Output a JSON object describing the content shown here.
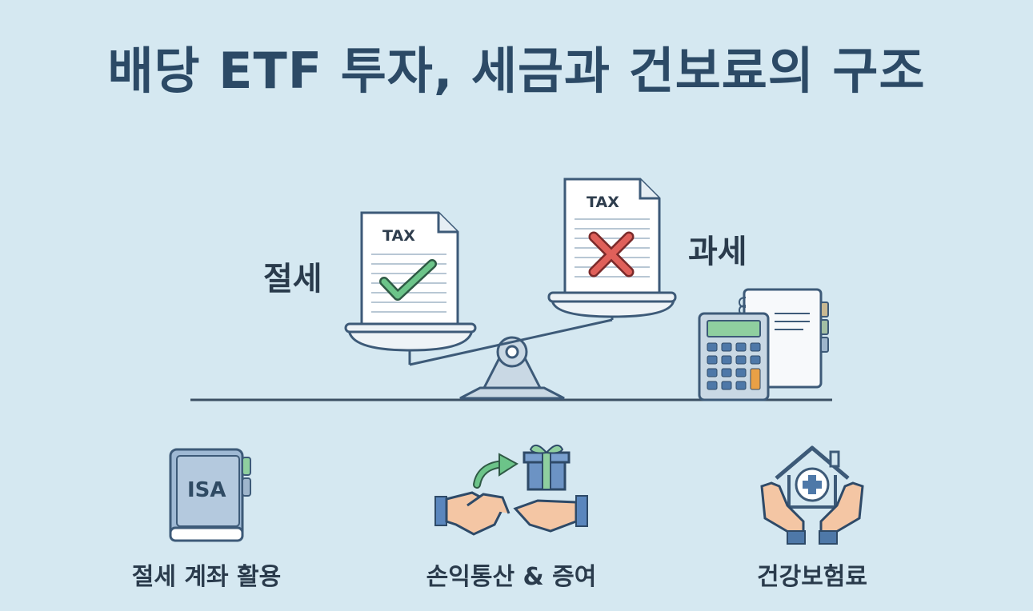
{
  "title": "배당 ETF 투자, 세금과 건보료의 구조",
  "scale": {
    "left_label": "절세",
    "right_label": "과세",
    "left_doc_text": "TAX",
    "right_doc_text": "TAX"
  },
  "icons": [
    {
      "name": "isa-book-icon",
      "text": "ISA",
      "caption": "절세 계좌 활용"
    },
    {
      "name": "handshake-gift-icon",
      "caption": "손익통산 & 증여"
    },
    {
      "name": "health-insurance-icon",
      "caption": "건강보험료"
    }
  ],
  "colors": {
    "background": "#d5e8f1",
    "title": "#2c4a66",
    "check": "#5dbb7a",
    "cross": "#e0605a",
    "outline": "#3d5a78"
  }
}
